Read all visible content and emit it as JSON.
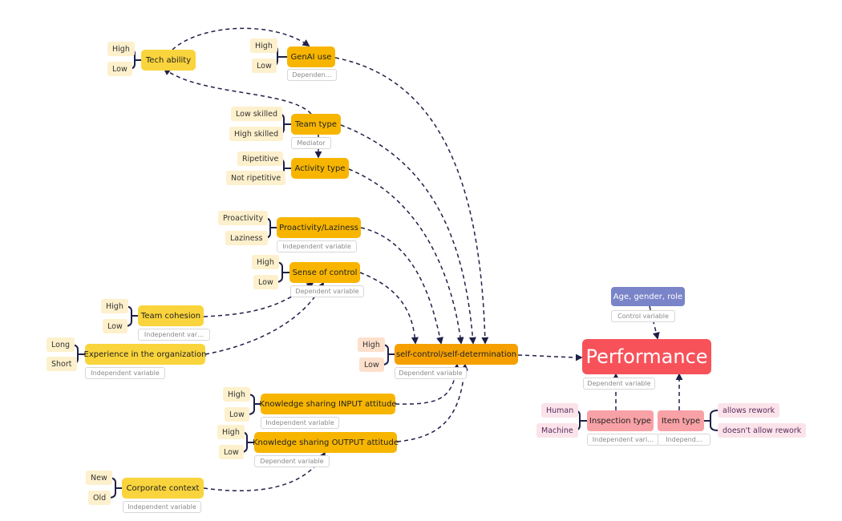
{
  "colors": {
    "main": "#f7b500",
    "light": "#fad43c",
    "deep": "#f5a000",
    "performance": "#f7525a",
    "control": "#7a84c8",
    "pink": "#f8a1a6",
    "edge": "#1f2048"
  },
  "nodes": {
    "tech_ability": {
      "label": "Tech ability",
      "levels": [
        "High",
        "Low"
      ]
    },
    "genai_use": {
      "label": "GenAI use",
      "levels": [
        "High",
        "Low"
      ],
      "tag": "Dependen…"
    },
    "team_type": {
      "label": "Team type",
      "levels": [
        "Low skilled",
        "High skilled"
      ],
      "tag": "Mediator"
    },
    "activity_type": {
      "label": "Activity type",
      "levels": [
        "Ripetitive",
        "Not ripetitive"
      ]
    },
    "proactivity": {
      "label": "Proactivity/Laziness",
      "levels": [
        "Proactivity",
        "Laziness"
      ],
      "tag": "Independent variable"
    },
    "sense_control": {
      "label": "Sense of control",
      "levels": [
        "High",
        "Low"
      ],
      "tag": "Dependent variable"
    },
    "team_cohesion": {
      "label": "Team cohesion",
      "levels": [
        "High",
        "Low"
      ],
      "tag": "Independent var…"
    },
    "experience": {
      "label": "Experience in the organization",
      "levels": [
        "Long",
        "Short"
      ],
      "tag": "Independent variable"
    },
    "self_control": {
      "label": "self-control/self-determination",
      "levels": [
        "High",
        "Low"
      ],
      "tag": "Dependent variable"
    },
    "ks_input": {
      "label": "Knowledge sharing INPUT attitude",
      "levels": [
        "High",
        "Low"
      ],
      "tag": "Independent variable"
    },
    "ks_output": {
      "label": "Knowledge sharing OUTPUT attitude",
      "levels": [
        "High",
        "Low"
      ],
      "tag": "Dependent variable"
    },
    "corporate": {
      "label": "Corporate context",
      "levels": [
        "New",
        "Old"
      ],
      "tag": "Independent variable"
    },
    "performance": {
      "label": "Performance",
      "tag": "Dependent variable"
    },
    "control_vars": {
      "label": "Age, gender, role",
      "tag": "Control variable"
    },
    "inspection": {
      "label": "Inspection type",
      "levels": [
        "Human",
        "Machine"
      ],
      "tag": "Independent vari…"
    },
    "item_type": {
      "label": "Item type",
      "levels": [
        "allows rework",
        "doesn't allow rework"
      ],
      "tag": "Independ…"
    }
  }
}
